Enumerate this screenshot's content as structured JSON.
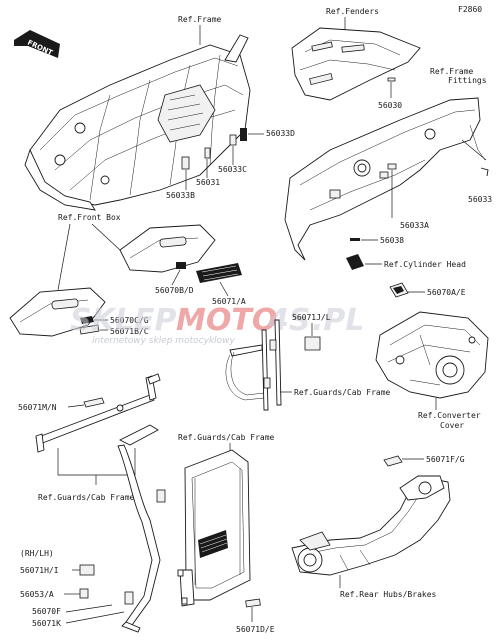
{
  "page_code": "F2860",
  "front_badge": "FRONT",
  "watermark": {
    "text_gray_1": "SKLEP",
    "text_red": "MOTO",
    "text_gray_2": "4S",
    "text_gray_3": ".PL",
    "tagline": "internetowy sklep motocyklowy"
  },
  "labels": {
    "ref_frame": "Ref.Frame",
    "ref_fenders": "Ref.Fenders",
    "ref_frame_fittings_1": "Ref.Frame",
    "ref_frame_fittings_2": "Fittings",
    "p56030": "56030",
    "p56033D": "56033D",
    "p56031": "56031",
    "p56033C": "56033C",
    "p56033B": "56033B",
    "p56033": "56033",
    "p56033A": "56033A",
    "p56038": "56038",
    "ref_cylinder_head": "Ref.Cylinder Head",
    "p56070AE": "56070A/E",
    "ref_front_box": "Ref.Front Box",
    "p56070BD": "56070B/D",
    "p56071A": "56071/A",
    "p56070CG": "56070C/G",
    "p56071BC": "56071B/C",
    "p56071JL": "56071J/L",
    "ref_converter_1": "Ref.Converter",
    "ref_converter_2": "Cover",
    "p56071MN": "56071M/N",
    "ref_guards_1": "Ref.Guards/Cab Frame",
    "ref_guards_2": "Ref.Guards/Cab Frame",
    "ref_guards_3": "Ref.Guards/Cab Frame",
    "rh_lh": "(RH/LH)",
    "p56071HI": "56071H/I",
    "p56053A": "56053/A",
    "p56070F": "56070F",
    "p56071K": "56071K",
    "p56071FG": "56071F/G",
    "p56071DE": "56071D/E",
    "ref_rear_hubs": "Ref.Rear Hubs/Brakes"
  }
}
